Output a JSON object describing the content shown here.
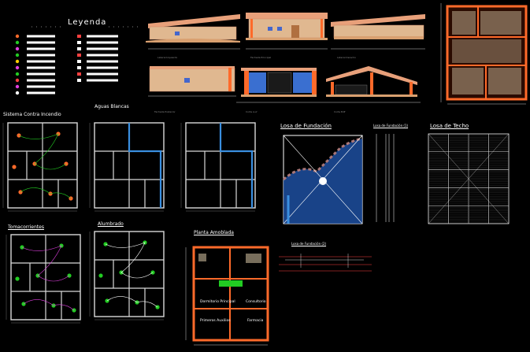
{
  "legend": {
    "title": "Leyenda"
  },
  "elevations": {
    "lateral_left": "Lateral Izquierdo",
    "main_facade": "Fachada Principal",
    "lateral_right": "Lateral Derecho",
    "rear_facade": "Fachada Posterior",
    "section_aa": "Corte A-A'",
    "section_bb": "Corte B-B'"
  },
  "sheets": {
    "fire_system": "Sistema Contra Incendio",
    "drinking_water": "Aguas Blancas",
    "foundation_slab": "Losa de Fundación",
    "foundation_slab_1": "Losa de Fundación (1)",
    "foundation_slab_2": "Losa de Fundación (2)",
    "roof_slab": "Losa de Techo",
    "outlets": "Tomacorrientes",
    "lighting": "Alumbrado",
    "furnished_plan": "Planta Amoblada"
  },
  "rooms": {
    "dorm_principal": "Dormitorio Principal",
    "consultorio": "Consultorio",
    "primeros_auxilios": "Primeros Auxilios",
    "farmacia": "Farmacia"
  },
  "colors": {
    "background": "#000000",
    "wall": "#d9d9d9",
    "accent_orange": "#ff6a2a",
    "roof_salmon": "#e8a07a",
    "node_green": "#22cc22",
    "water_blue": "#3a8fe0"
  }
}
